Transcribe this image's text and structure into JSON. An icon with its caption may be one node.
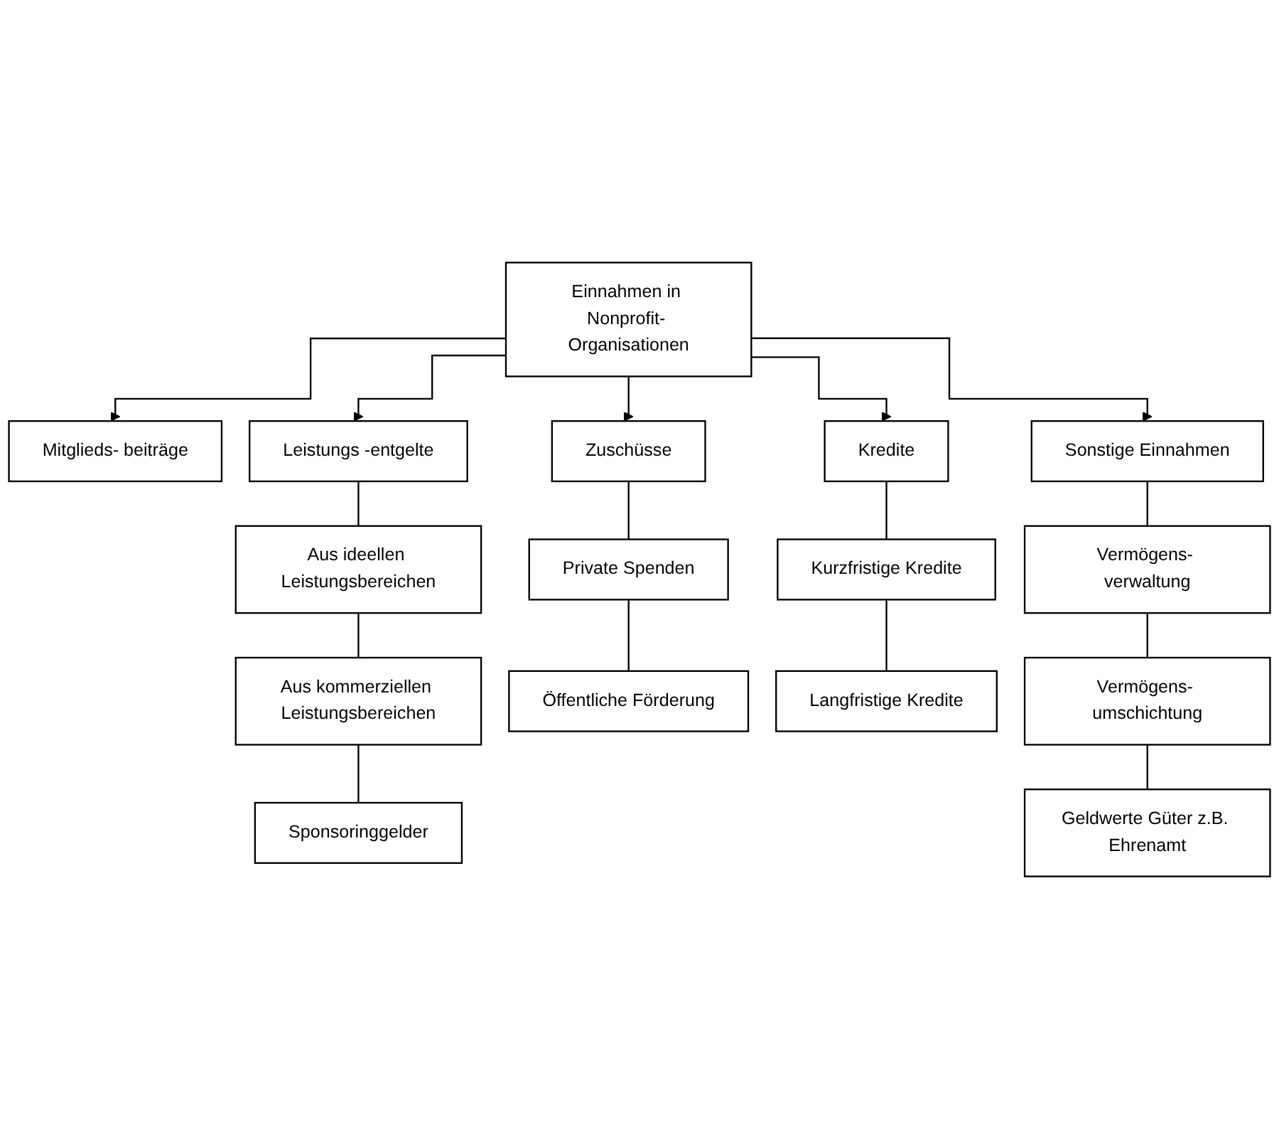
{
  "diagram": {
    "nodes": [
      {
        "text": [
          "Einnahmen in Nonprofit- Organisationen"
        ]
      },
      {
        "text": [
          "Mitglieds- beiträge"
        ]
      },
      {
        "text": [
          "Leistungs -entgelte"
        ]
      },
      {
        "text": [
          "Zuschüsse"
        ]
      },
      {
        "text": [
          "Kredite"
        ]
      },
      {
        "text": [
          "Sonstige Einnahmen"
        ]
      },
      {
        "text": [
          "Aus ideellen Leistungsbereichen"
        ]
      },
      {
        "text": [
          "Aus kommerziellen Leistungsbereichen"
        ]
      },
      {
        "text": [
          "Sponsoringgelder"
        ]
      },
      {
        "text": [
          "Private Spenden"
        ]
      },
      {
        "text": [
          "Öffentliche Förderung"
        ]
      },
      {
        "text": [
          "Kurzfristige Kredite"
        ]
      },
      {
        "text": [
          "Langfristige Kredite"
        ]
      },
      {
        "text": [
          "Vermögens- verwaltung"
        ]
      },
      {
        "text": [
          "Vermögens- umschichtung"
        ]
      },
      {
        "text": [
          "Geldwerte Güter z.B. Ehrenamt"
        ]
      }
    ],
    "edges": [
      {
        "from": 0,
        "to": 1,
        "arrow": "to"
      },
      {
        "from": 0,
        "to": 2,
        "arrow": "to"
      },
      {
        "from": 0,
        "to": 3,
        "arrow": "to"
      },
      {
        "from": 0,
        "to": 4,
        "arrow": "to"
      },
      {
        "from": 0,
        "to": 5,
        "arrow": "to"
      },
      {
        "from": 2,
        "to": 6,
        "arrow": "none"
      },
      {
        "from": 6,
        "to": 7,
        "arrow": "none"
      },
      {
        "from": 7,
        "to": 8,
        "arrow": "none"
      },
      {
        "from": 3,
        "to": 9,
        "arrow": "none"
      },
      {
        "from": 9,
        "to": 10,
        "arrow": "none"
      },
      {
        "from": 4,
        "to": 11,
        "arrow": "none"
      },
      {
        "from": 11,
        "to": 12,
        "arrow": "none"
      },
      {
        "from": 5,
        "to": 13,
        "arrow": "none"
      },
      {
        "from": 13,
        "to": 14,
        "arrow": "none"
      },
      {
        "from": 14,
        "to": 15,
        "arrow": "none"
      }
    ]
  }
}
